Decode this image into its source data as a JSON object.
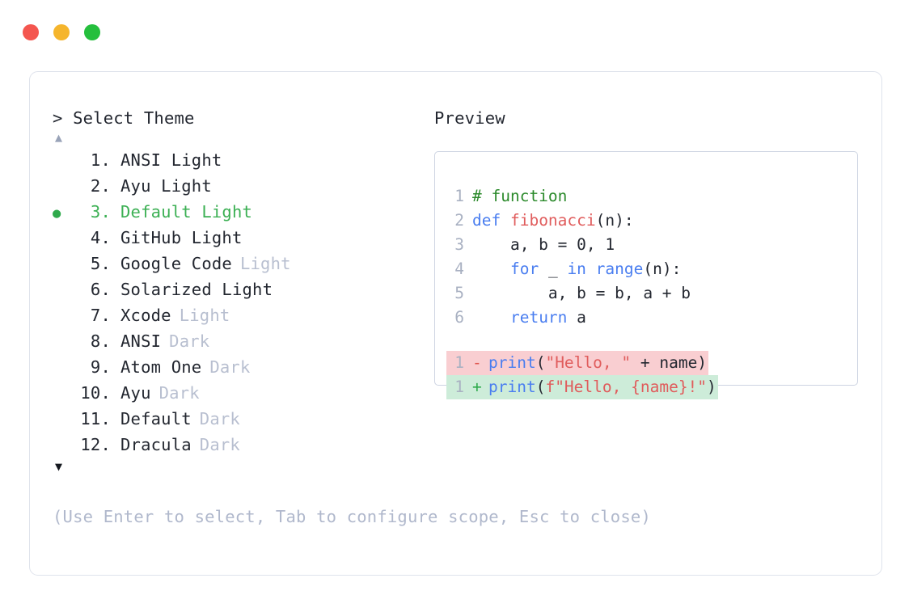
{
  "window": {
    "dots": [
      {
        "name": "close-button",
        "color": "#f4564f"
      },
      {
        "name": "minimize-button",
        "color": "#f5b52c"
      },
      {
        "name": "maximize-button",
        "color": "#25bf3d"
      }
    ]
  },
  "left": {
    "prompt": "> Select Theme",
    "scroll_up_icon": "▲",
    "scroll_down_icon": "▼",
    "selected_index": 3,
    "bullet_glyph": "●",
    "items": [
      {
        "num": "1.",
        "name": "ANSI Light",
        "variant": "",
        "selected": false
      },
      {
        "num": "2.",
        "name": "Ayu Light",
        "variant": "",
        "selected": false
      },
      {
        "num": "3.",
        "name": "Default Light",
        "variant": "",
        "selected": true
      },
      {
        "num": "4.",
        "name": "GitHub Light",
        "variant": "",
        "selected": false
      },
      {
        "num": "5.",
        "name": "Google Code",
        "variant": "Light",
        "selected": false
      },
      {
        "num": "6.",
        "name": "Solarized Light",
        "variant": "",
        "selected": false
      },
      {
        "num": "7.",
        "name": "Xcode",
        "variant": "Light",
        "selected": false
      },
      {
        "num": "8.",
        "name": "ANSI",
        "variant": "Dark",
        "selected": false
      },
      {
        "num": "9.",
        "name": "Atom One",
        "variant": "Dark",
        "selected": false
      },
      {
        "num": "10.",
        "name": "Ayu",
        "variant": "Dark",
        "selected": false
      },
      {
        "num": "11.",
        "name": "Default",
        "variant": "Dark",
        "selected": false
      },
      {
        "num": "12.",
        "name": "Dracula",
        "variant": "Dark",
        "selected": false
      }
    ],
    "help": "(Use Enter to select, Tab to configure scope, Esc to close)"
  },
  "right": {
    "title": "Preview",
    "code_lines": [
      {
        "ln": "1",
        "tokens": [
          {
            "t": "# function",
            "c": "comment"
          }
        ]
      },
      {
        "ln": "2",
        "tokens": [
          {
            "t": "def ",
            "c": "kw"
          },
          {
            "t": "fibonacci",
            "c": "fn"
          },
          {
            "t": "(n):",
            "c": "plain"
          }
        ]
      },
      {
        "ln": "3",
        "tokens": [
          {
            "t": "    a, b = 0, 1",
            "c": "plain"
          }
        ]
      },
      {
        "ln": "4",
        "tokens": [
          {
            "t": "    ",
            "c": "plain"
          },
          {
            "t": "for",
            "c": "kw"
          },
          {
            "t": " _ ",
            "c": "plain"
          },
          {
            "t": "in range",
            "c": "kw"
          },
          {
            "t": "(n):",
            "c": "plain"
          }
        ]
      },
      {
        "ln": "5",
        "tokens": [
          {
            "t": "        a, b = b, a + b",
            "c": "plain"
          }
        ]
      },
      {
        "ln": "6",
        "tokens": [
          {
            "t": "    ",
            "c": "plain"
          },
          {
            "t": "return",
            "c": "kw"
          },
          {
            "t": " a",
            "c": "plain"
          }
        ]
      }
    ],
    "diff_lines": [
      {
        "ln": "1",
        "marker": "-",
        "kind": "del",
        "tokens": [
          {
            "t": "print",
            "c": "kw"
          },
          {
            "t": "(",
            "c": "plain"
          },
          {
            "t": "\"Hello, \"",
            "c": "str"
          },
          {
            "t": " + name)",
            "c": "plain"
          }
        ]
      },
      {
        "ln": "1",
        "marker": "+",
        "kind": "add",
        "tokens": [
          {
            "t": "print",
            "c": "kw"
          },
          {
            "t": "(",
            "c": "plain"
          },
          {
            "t": "f\"Hello, {name}!\"",
            "c": "str"
          },
          {
            "t": ")",
            "c": "plain"
          }
        ]
      }
    ]
  },
  "colors": {
    "accent_green": "#3cb054",
    "muted": "#b8bfd0",
    "text": "#232730",
    "diff_del_bg": "#f9ced1",
    "diff_add_bg": "#cdecd9",
    "panel_border": "#dfe3ec",
    "code_border": "#ced4e2"
  }
}
